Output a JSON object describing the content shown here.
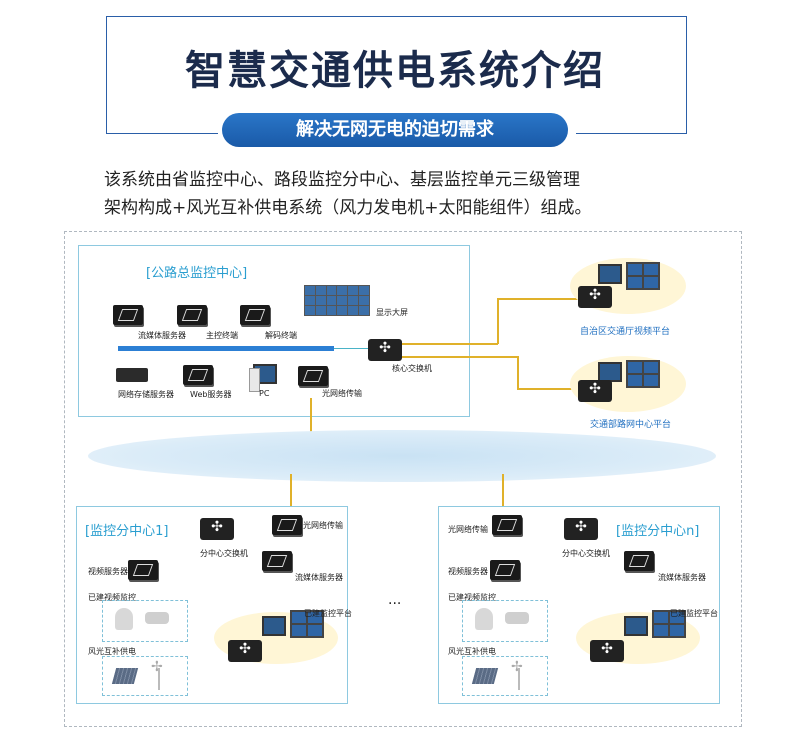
{
  "header": {
    "title": "智慧交通供电系统介绍",
    "subtitle": "解决无网无电的迫切需求"
  },
  "intro": {
    "line1": "该系统由省监控中心、路段监控分中心、基层监控单元三级管理",
    "line2": "架构构成+风光互补供电系统（风力发电机+太阳能组件）组成。"
  },
  "center": {
    "title": "[公路总监控中心]",
    "labels": {
      "stream": "流媒体服务器",
      "control": "主控终端",
      "decode": "解码终端",
      "display": "显示大屏",
      "core_switch": "核心交换机",
      "nas": "网络存储服务器",
      "web": "Web服务器",
      "pc": "PC",
      "optical": "光网络传输"
    }
  },
  "platforms": {
    "regional": "自治区交通厅视频平台",
    "ministry": "交通部路网中心平台"
  },
  "sub_left": {
    "title": "[监控分中心1]",
    "switch": "分中心交换机",
    "optical": "光网络传输",
    "video": "视频服务器",
    "stream": "流媒体服务器",
    "existing_cam": "已建视频监控",
    "existing_platform": "已建监控平台",
    "power": "风光互补供电"
  },
  "sub_right": {
    "title": "[监控分中心n]",
    "switch": "分中心交换机",
    "optical": "光网络传输",
    "video": "视频服务器",
    "stream": "流媒体服务器",
    "existing_cam": "已建视频监控",
    "existing_platform": "已建监控平台",
    "power": "风光互补供电"
  },
  "ellipsis": "...",
  "colors": {
    "accent": "#1a5aa8",
    "title": "#1b2b4c",
    "box_title": "#2a9ed0",
    "link": "#e0b12a"
  }
}
